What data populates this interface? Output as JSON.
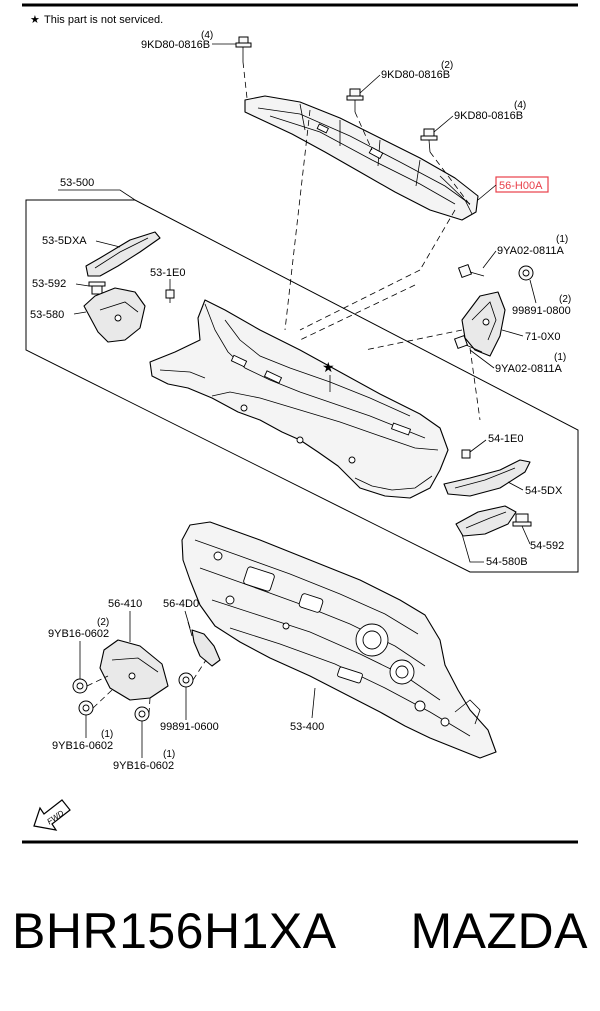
{
  "header": {
    "note_symbol": "★",
    "note_text": "This part is not serviced."
  },
  "labels": {
    "bolt_top_left": {
      "code": "9KD80-0816B",
      "qty": "(4)"
    },
    "bolt_top_mid": {
      "code": "9KD80-0816B",
      "qty": "(2)"
    },
    "bolt_top_right": {
      "code": "9KD80-0816B",
      "qty": "(4)"
    },
    "cowl_top_panel": {
      "code": "56-H00A",
      "highlighted": true,
      "highlight_color": "#e8404a"
    },
    "cowl_assembly": {
      "code": "53-500"
    },
    "left_extension": {
      "code": "53-5DXA"
    },
    "left_clip": {
      "code": "53-592"
    },
    "left_clip_small": {
      "code": "53-1E0"
    },
    "left_bracket": {
      "code": "53-580"
    },
    "bolt_right_upper": {
      "code": "9YA02-0811A",
      "qty": "(1)"
    },
    "nut_right": {
      "code": "99891-0800",
      "qty": "(2)"
    },
    "right_bracket": {
      "code": "71-0X0"
    },
    "bolt_right_lower": {
      "code": "9YA02-0811A",
      "qty": "(1)"
    },
    "not_serviced_mark": {
      "code": "★"
    },
    "right_clip_small": {
      "code": "54-1E0"
    },
    "right_extension": {
      "code": "54-5DX"
    },
    "right_clip": {
      "code": "54-592"
    },
    "right_bracket_lower": {
      "code": "54-580B"
    },
    "dash_bracket": {
      "code": "56-410"
    },
    "hinge_bracket": {
      "code": "56-4D0"
    },
    "nut_upper_left": {
      "code": "9YB16-0602",
      "qty": "(2)"
    },
    "nut_mid": {
      "code": "99891-0600"
    },
    "dash_panel": {
      "code": "53-400"
    },
    "nut_lower_left": {
      "code": "9YB16-0602",
      "qty": "(1)"
    },
    "nut_lower_mid": {
      "code": "9YB16-0602",
      "qty": "(1)"
    }
  },
  "fwd_label": "FWD",
  "footer": {
    "part_number": "BHR156H1XA",
    "brand": "MAZDA"
  }
}
